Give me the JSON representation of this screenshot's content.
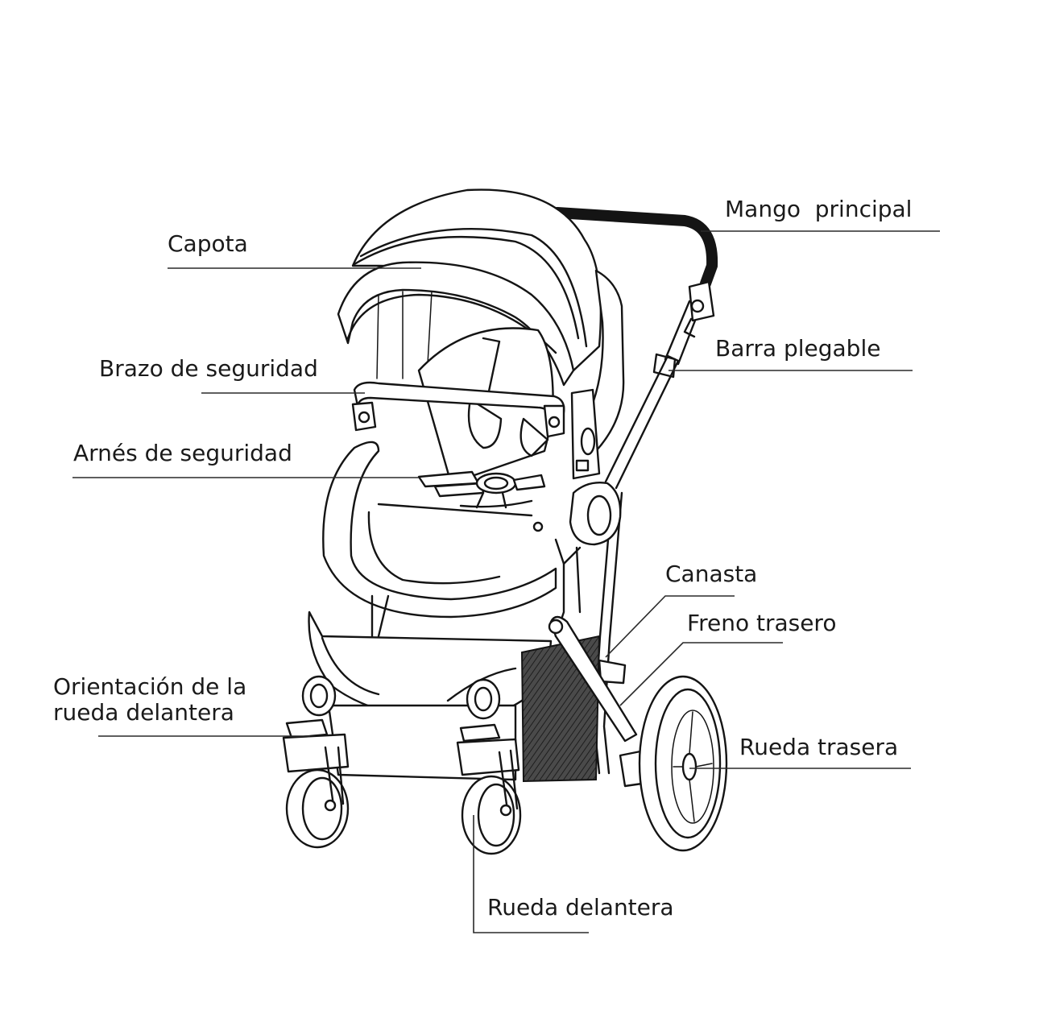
{
  "labels": {
    "capota": "Capota",
    "mango_principal": "Mango  principal",
    "barra_plegable": "Barra plegable",
    "brazo_de_seguridad": "Brazo de seguridad",
    "arnes_de_seguridad": "Arnés de seguridad",
    "canasta": "Canasta",
    "freno_trasero": "Freno trasero",
    "orientacion_rueda_line1": "Orientación de la",
    "orientacion_rueda_line2": "rueda delantera",
    "rueda_trasera": "Rueda trasera",
    "rueda_delantera": "Rueda delantera"
  },
  "colors": {
    "ink": "#141414",
    "label_text": "#1a1a1a",
    "background": "#ffffff",
    "basket_mesh": "#3a3a3a"
  }
}
